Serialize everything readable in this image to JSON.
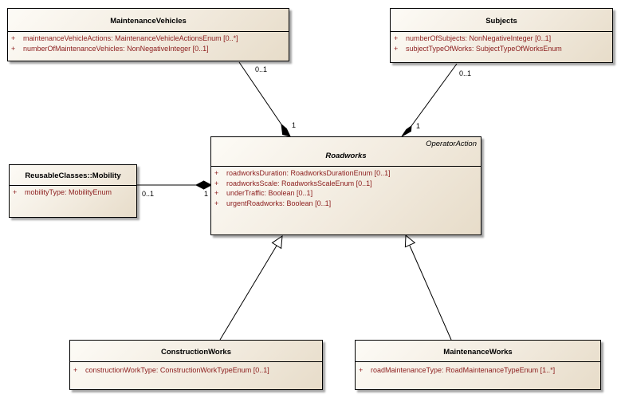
{
  "classes": {
    "maintenance_vehicles": {
      "name": "MaintenanceVehicles",
      "attributes": [
        {
          "vis": "+",
          "text": "maintenanceVehicleActions:  MaintenanceVehicleActionsEnum [0..*]"
        },
        {
          "vis": "+",
          "text": "numberOfMaintenanceVehicles:  NonNegativeInteger [0..1]"
        }
      ]
    },
    "subjects": {
      "name": "Subjects",
      "attributes": [
        {
          "vis": "+",
          "text": "numberOfSubjects:  NonNegativeInteger [0..1]"
        },
        {
          "vis": "+",
          "text": "subjectTypeOfWorks:  SubjectTypeOfWorksEnum"
        }
      ]
    },
    "mobility": {
      "name": "ReusableClasses::Mobility",
      "attributes": [
        {
          "vis": "+",
          "text": "mobilityType:  MobilityEnum"
        }
      ]
    },
    "roadworks": {
      "name": "Roadworks",
      "stereotype": "OperatorAction",
      "attributes": [
        {
          "vis": "+",
          "text": "roadworksDuration:  RoadworksDurationEnum [0..1]"
        },
        {
          "vis": "+",
          "text": "roadworksScale:  RoadworksScaleEnum [0..1]"
        },
        {
          "vis": "+",
          "text": "underTraffic:  Boolean [0..1]"
        },
        {
          "vis": "+",
          "text": "urgentRoadworks:  Boolean [0..1]"
        }
      ]
    },
    "construction_works": {
      "name": "ConstructionWorks",
      "attributes": [
        {
          "vis": "+",
          "text": "constructionWorkType:  ConstructionWorkTypeEnum [0..1]"
        }
      ]
    },
    "maintenance_works": {
      "name": "MaintenanceWorks",
      "attributes": [
        {
          "vis": "+",
          "text": "roadMaintenanceType:  RoadMaintenanceTypeEnum [1..*]"
        }
      ]
    }
  },
  "multiplicities": {
    "vehicles_end": "0..1",
    "vehicles_roadworks_end": "1",
    "subjects_end": "0..1",
    "subjects_roadworks_end": "1",
    "mobility_end": "0..1",
    "mobility_roadworks_end": "1"
  }
}
